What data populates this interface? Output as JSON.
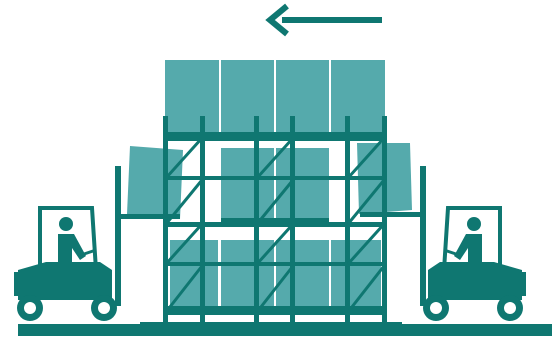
{
  "diagram": {
    "colors": {
      "dark": "#0f7771",
      "pallet": "#55aaac",
      "background": "#ffffff"
    },
    "elements": {
      "arrow": {
        "direction": "left",
        "icon": "arrow-left-icon"
      },
      "rack": {
        "bays": 3,
        "levels": 3,
        "pallets_top_row": 4
      },
      "forklifts": [
        {
          "side": "left",
          "icon": "forklift-icon",
          "operator": "person-icon"
        },
        {
          "side": "right",
          "icon": "forklift-icon",
          "operator": "person-icon"
        }
      ]
    }
  }
}
